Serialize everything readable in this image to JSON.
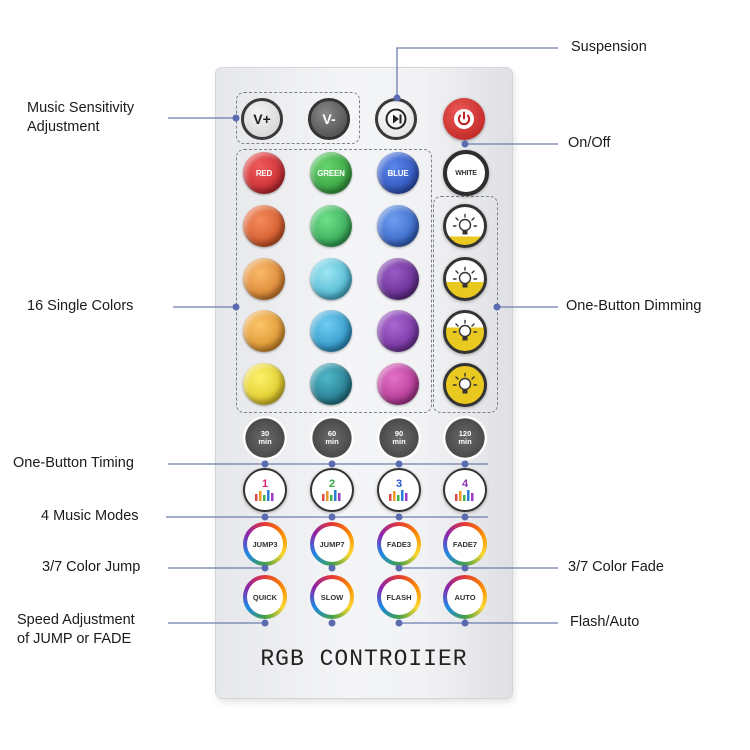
{
  "title": "RGB CONTROIIER",
  "labels": {
    "music_sensitivity": [
      "Music Sensitivity",
      "Adjustment"
    ],
    "suspension": "Suspension",
    "on_off": "On/Off",
    "single_colors": "16 Single Colors",
    "one_button_dimming": "One-Button Dimming",
    "one_button_timing": "One-Button Timing",
    "music_modes": "4 Music Modes",
    "color_jump": "3/7 Color Jump",
    "color_fade": "3/7 Color Fade",
    "speed_adjustment": [
      "Speed Adjustment",
      "of JUMP or FADE"
    ],
    "flash_auto": "Flash/Auto"
  },
  "top_buttons": [
    {
      "text": "V+",
      "icon": "volume-up-icon"
    },
    {
      "text": "V-",
      "icon": "volume-down-icon"
    },
    {
      "text": "",
      "icon": "play-pause-icon"
    },
    {
      "text": "",
      "icon": "power-icon"
    }
  ],
  "color_row_labels": [
    "RED",
    "GREEN",
    "BLUE",
    "WHITE"
  ],
  "colors": {
    "red": "#d8232d",
    "green": "#2fae3b",
    "blue": "#2b55c8",
    "white": "#ffffff",
    "grid": [
      [
        "#e8571e",
        "#30b452",
        "#2a66d4"
      ],
      [
        "#ee8b2a",
        "#4cc4df",
        "#6b2a96"
      ],
      [
        "#f1a026",
        "#1ea6d9",
        "#7b2fa6"
      ],
      [
        "#f4e01c",
        "#1a8aa0",
        "#c23ca3"
      ]
    ],
    "accent_yellow": "#e9c820",
    "power_red": "#d22a2a"
  },
  "timer_buttons": [
    {
      "value": "30",
      "unit": "min"
    },
    {
      "value": "60",
      "unit": "min"
    },
    {
      "value": "90",
      "unit": "min"
    },
    {
      "value": "120",
      "unit": "min"
    }
  ],
  "music_mode_numbers": [
    "1",
    "2",
    "3",
    "4"
  ],
  "jump_fade_buttons": [
    "JUMP3",
    "JUMP7",
    "FADE3",
    "FADE7"
  ],
  "speed_buttons": [
    "QUICK",
    "SLOW",
    "FLASH",
    "AUTO"
  ]
}
